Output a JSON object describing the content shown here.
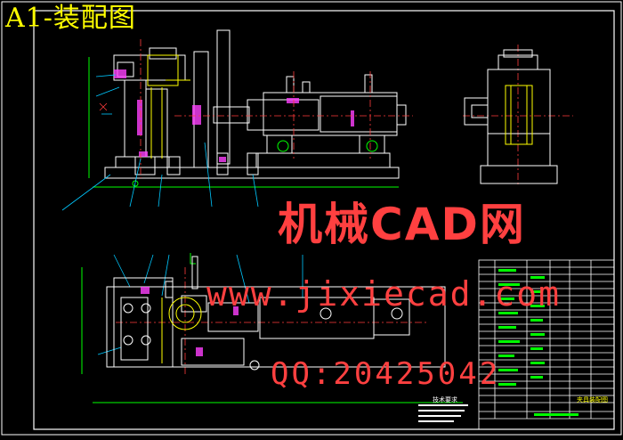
{
  "drawing": {
    "title": "A1-装配图",
    "colors": {
      "background": "#000000",
      "frame": "#ffffff",
      "outline": "#ffffff",
      "center_line": "#ff3b3b",
      "hidden_line": "#ffff00",
      "hatch": "#ff40ff",
      "dimension": "#00ff00",
      "annotation": "#00c8ff",
      "watermark": "#ff4040"
    }
  },
  "watermark": {
    "line1": "机械CAD网",
    "line2": "www.jixiecad.com",
    "line3": "QQ:20425042"
  },
  "notes": {
    "title": "技术要求"
  },
  "title_block": {
    "drawing_name": "夹具装配图"
  },
  "icons": [
    "crosshair-icon"
  ]
}
